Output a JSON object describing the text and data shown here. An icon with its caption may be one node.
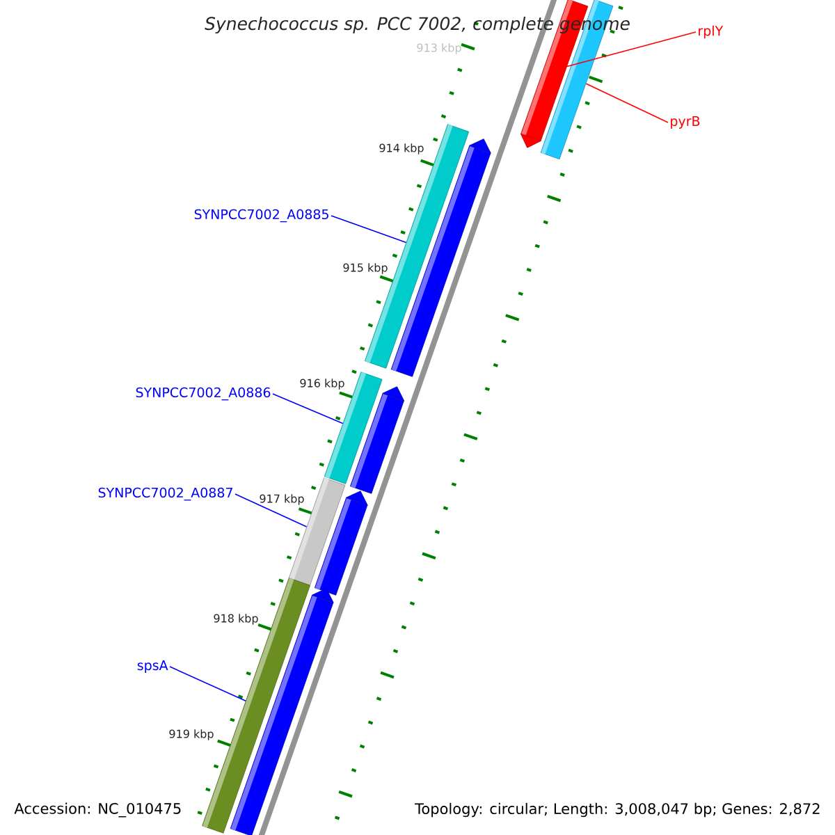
{
  "diagram": {
    "title": "Synechococcus sp. PCC 7002, complete genome",
    "nodes": [
      {
        "text": [
          "rplY"
        ]
      },
      {
        "text": [
          "pyrB"
        ]
      },
      {
        "text": [
          "SYNPCC7002_A0885"
        ]
      },
      {
        "text": [
          "SYNPCC7002_A0886"
        ]
      },
      {
        "text": [
          "SYNPCC7002_A0887"
        ]
      },
      {
        "text": [
          "spsA"
        ]
      },
      {
        "text": [],
        "shape": "arrow"
      },
      {
        "text": [],
        "shape": "bar"
      },
      {
        "text": [],
        "shape": "bar"
      },
      {
        "text": [],
        "shape": "arrow"
      },
      {
        "text": [],
        "shape": "bar"
      },
      {
        "text": [],
        "shape": "arrow"
      },
      {
        "text": [],
        "shape": "bar"
      },
      {
        "text": [],
        "shape": "arrow"
      },
      {
        "text": [],
        "shape": "bar"
      },
      {
        "text": [],
        "shape": "arrow"
      }
    ],
    "edges": [
      {
        "from": 0,
        "to": 6,
        "arrow": "none",
        "color": "#ff0000"
      },
      {
        "from": 1,
        "to": 7,
        "arrow": "none",
        "color": "#ff0000"
      },
      {
        "from": 2,
        "to": 8,
        "arrow": "none"
      },
      {
        "from": 3,
        "to": 10,
        "arrow": "none"
      },
      {
        "from": 4,
        "to": 12,
        "arrow": "none"
      },
      {
        "from": 5,
        "to": 14,
        "arrow": "none"
      }
    ],
    "labels": [
      "913 kbp",
      "914 kbp",
      "915 kbp",
      "916 kbp",
      "917 kbp",
      "918 kbp",
      "919 kbp",
      "Accession: NC_010475",
      "Topology: circular; Length: 3,008,047 bp; Genes: 2,872"
    ]
  }
}
